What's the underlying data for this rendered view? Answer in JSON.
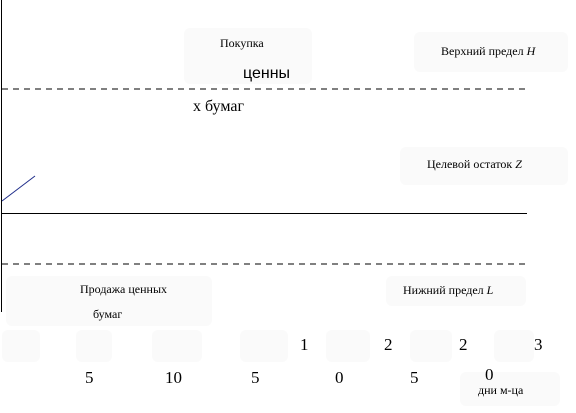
{
  "colors": {
    "trajectory": "#1f2d8a",
    "lines": "#000000",
    "label_bg": "#fafafa"
  },
  "labels": {
    "purchase_line1": "Покупка",
    "purchase_line2": "ценны",
    "purchase_line3": "х бумаг",
    "upper_limit_text": "Верхний предел",
    "upper_limit_symbol": "H",
    "target_balance_text": "Целевой остаток",
    "target_balance_symbol": "Z",
    "sale_line1": "Продажа ценных",
    "sale_line2": "бумаг",
    "lower_limit_text": "Нижний предел",
    "lower_limit_symbol": "L",
    "x_axis_unit": "дни м-ца"
  },
  "x_ticks_top": [
    "1",
    "2",
    "2",
    "3"
  ],
  "x_ticks_bottom": [
    "5",
    "10",
    "5",
    "0",
    "5",
    "0"
  ]
}
